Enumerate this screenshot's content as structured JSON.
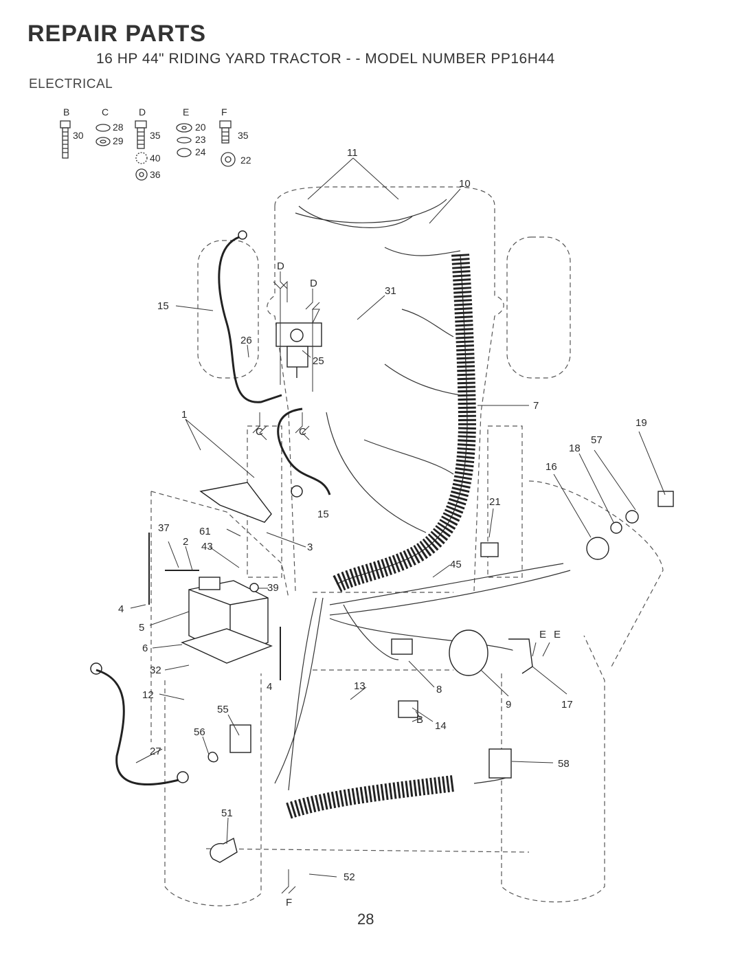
{
  "header": {
    "title": "REPAIR PARTS",
    "subtitle": "16 HP 44\" RIDING YARD TRACTOR - - MODEL NUMBER PP16H44",
    "section": "ELECTRICAL"
  },
  "hardware_key": {
    "groups": [
      "B",
      "C",
      "D",
      "E",
      "F"
    ],
    "parts": [
      "30",
      "28",
      "29",
      "35",
      "40",
      "36",
      "20",
      "23",
      "24",
      "35",
      "22"
    ]
  },
  "callouts": [
    "11",
    "10",
    "15",
    "26",
    "25",
    "31",
    "D",
    "D",
    "C",
    "C",
    "1",
    "37",
    "61",
    "2",
    "43",
    "3",
    "39",
    "4",
    "5",
    "6",
    "32",
    "12",
    "27",
    "4",
    "55",
    "56",
    "51",
    "52",
    "F",
    "7",
    "21",
    "45",
    "19",
    "57",
    "18",
    "16",
    "8",
    "13",
    "14",
    "B",
    "9",
    "17",
    "E",
    "E",
    "58",
    "15"
  ],
  "page_number": "28"
}
